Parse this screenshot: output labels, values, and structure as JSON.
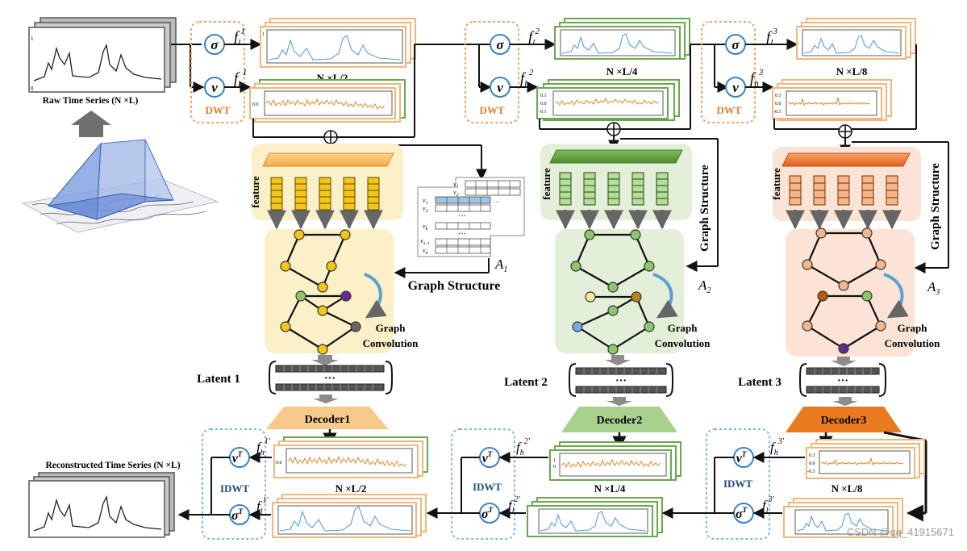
{
  "labels": {
    "raw_series": "Raw Time Series (N ×L)",
    "reconstructed_series": "Reconstructed Time Series (N ×L)",
    "dwt": "DWT",
    "idwt": "IDWT",
    "feature": "feature",
    "graph_structure": "Graph Structure",
    "graph_structure_vertical": "Graph  Structure",
    "graph_convolution": [
      "Graph",
      "Convolution"
    ],
    "ellipsis": "···",
    "watermark": "CSDN @qq_41915671"
  },
  "scales": [
    {
      "size": "N ×L/2",
      "latent": "Latent 1",
      "decoder": "Decoder1",
      "adjacency": "A",
      "adjacency_sub": "1",
      "low": "f",
      "low_sub": "l",
      "low_sup": "1",
      "high": "f",
      "high_sub": "h",
      "high_sup": "1",
      "low_rec_sup": "1′",
      "high_rec_sup": "1′",
      "theme": "yellow"
    },
    {
      "size": "N ×L/4",
      "latent": "Latent 2",
      "decoder": "Decoder2",
      "adjacency": "A",
      "adjacency_sub": "2",
      "low": "f",
      "low_sub": "l",
      "low_sup": "2",
      "high": "f",
      "high_sub": "h",
      "high_sup": "2",
      "low_rec_sup": "2′",
      "high_rec_sup": "2′",
      "theme": "green"
    },
    {
      "size": "N ×L/8",
      "latent": "Latent 3",
      "decoder": "Decoder3",
      "adjacency": "A",
      "adjacency_sub": "3",
      "low": "f",
      "low_sub": "l",
      "low_sup": "3",
      "high": "f",
      "high_sub": "h",
      "high_sup": "3",
      "low_rec_sup": "3′",
      "high_rec_sup": "3′",
      "theme": "orange"
    }
  ],
  "ops": {
    "sigma": "σ",
    "nu": "ν",
    "sigma_t": "σ",
    "nu_t": "ν",
    "transpose": "T"
  },
  "matrix_rows": [
    "v",
    "v",
    "v",
    "v",
    "v"
  ],
  "matrix_subs": [
    "1",
    "2",
    "k",
    "n−1",
    "n"
  ],
  "matrix_head": [
    "v",
    "v"
  ],
  "matrix_head_subs": [
    "1",
    "2"
  ],
  "axis_ticks": {
    "one": "1",
    "zero": "0",
    "h01": "0.1",
    "h00": "0.0",
    "hm01": "-0.1",
    "h03": "0.3",
    "hm03": "-0.3"
  },
  "colors": {
    "signal_low": "#5aa0d0",
    "signal_high": "#e08a2a",
    "frame_low": "#f2b57c",
    "frame_high_1": "#f2b57c",
    "frame_green": "#6aa84f",
    "frame_orange": "#f2b57c",
    "dwt_border": "#f0a060",
    "idwt_border": "#7ab8e0",
    "dwt_text": "#e87a2a",
    "idwt_text": "#1f4e79",
    "yellow_bg": "#fbf0c8",
    "green_bg": "#e4efd9",
    "orange_bg": "#fbe4d6",
    "decoder1": "#f7c98b",
    "decoder2": "#a9d18e",
    "decoder3": "#e97a1f"
  }
}
